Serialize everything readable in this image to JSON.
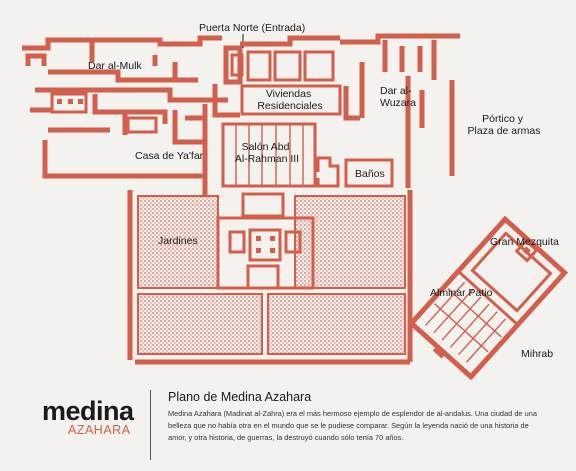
{
  "map": {
    "labels": {
      "puerta_norte": "Puerta Norte (Entrada)",
      "dar_al_mulk": "Dar al-Mulk",
      "viviendas": [
        "Viviendas",
        "Residenciales"
      ],
      "dar_al_wuzara": [
        "Dar al-",
        "Wuzara"
      ],
      "portico": [
        "Pórtico y",
        "Plaza de armas"
      ],
      "salon": [
        "Salón Abd",
        "Al-Rahman III"
      ],
      "casa_yafar": "Casa de Ya'far",
      "banos": "Baños",
      "jardines": "Jardines",
      "gran_mezquita": "Gran Mezquita",
      "alminar_patio": "Alminar Patio",
      "mihrab": "Mihrab"
    },
    "colors": {
      "walls": "#d25f4b",
      "garden": "#e8c8c2",
      "background": "#f4f2ef"
    }
  },
  "footer": {
    "logo_main": "medina",
    "logo_sub": "AZAHARA",
    "title": "Plano de Medina Azahara",
    "description": "Medina Azahara (Madinat al-Zahra) era el más hermoso ejemplo de esplendor de al-andalus. Una ciudad de una belleza que no había otra en el mundo que se le pudiese comparar. Según la leyenda nació de una historia de amor, y otra historia, de guerras, la destruyó cuando sólo tenía 70 años."
  }
}
